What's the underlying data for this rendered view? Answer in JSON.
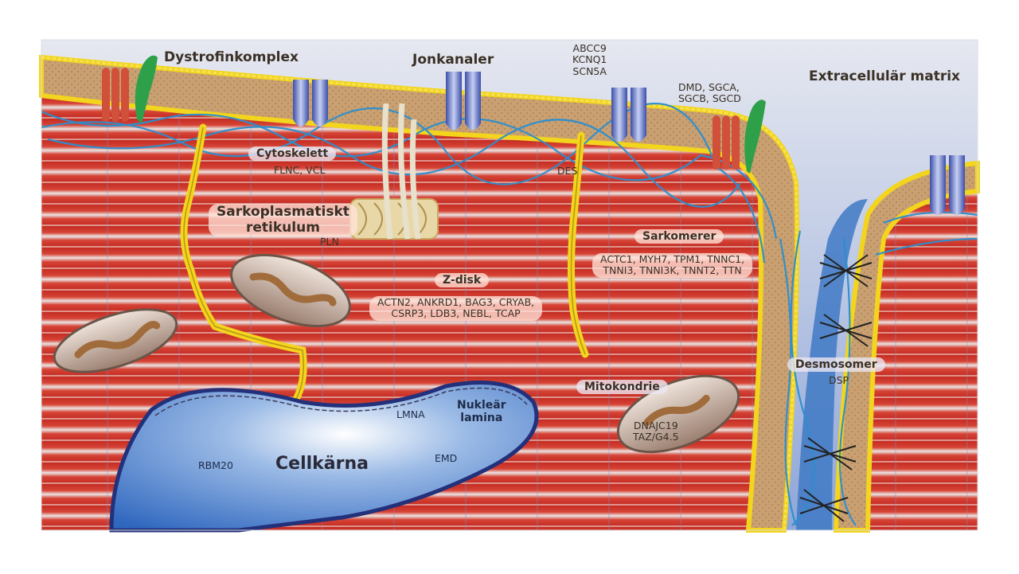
{
  "labels": {
    "dystrophin_complex": "Dystrofinkomplex",
    "ion_channels": "Jonkanaler",
    "channel_genes": [
      "ABCC9",
      "KCNQ1",
      "SCN5A"
    ],
    "extracellular_matrix": "Extracellulär matrix",
    "dystrophin_genes": [
      "DMD, SGCA,",
      "SGCB, SGCD"
    ],
    "cytoskeleton": "Cytoskelett",
    "cytoskeleton_genes": "FLNC, VCL",
    "des": "DES",
    "sarcoplasmic_reticulum": [
      "Sarkoplasmatiskt",
      "retikulum"
    ],
    "pln": "PLN",
    "sarcomeres": "Sarkomerer",
    "sarcomere_genes": [
      "ACTC1, MYH7, TPM1, TNNC1,",
      "TNNI3, TNNI3K, TNNT2, TTN"
    ],
    "z_disk": "Z-disk",
    "z_disk_genes": [
      "ACTN2, ANKRD1, BAG3, CRYAB,",
      "CSRP3, LDB3, NEBL, TCAP"
    ],
    "desmosomes": "Desmosomer",
    "dsp": "DSP",
    "mitochondria": "Mitokondrie",
    "mito_genes": [
      "DNAJC19",
      "TAZ/G4.5"
    ],
    "lmna": "LMNA",
    "nuclear_lamina": [
      "Nukleär",
      "lamina"
    ],
    "emd": "EMD",
    "rbm20": "RBM20",
    "nucleus": "Cellkärna"
  },
  "colors": {
    "membrane_tan": "#c79a6a",
    "membrane_yellow": "#f2d51c",
    "muscle_red": "#d63a2e",
    "cytoskeleton_blue": "#2a8fd0",
    "nucleus_blue": "#3f78c6",
    "nucleus_border": "#23307a",
    "channel_blue": "#5a6fbf",
    "dystrophin_green": "#2ea04a",
    "dystrophin_red": "#d0503a",
    "mitochondria_brown": "#8a6a5a"
  }
}
